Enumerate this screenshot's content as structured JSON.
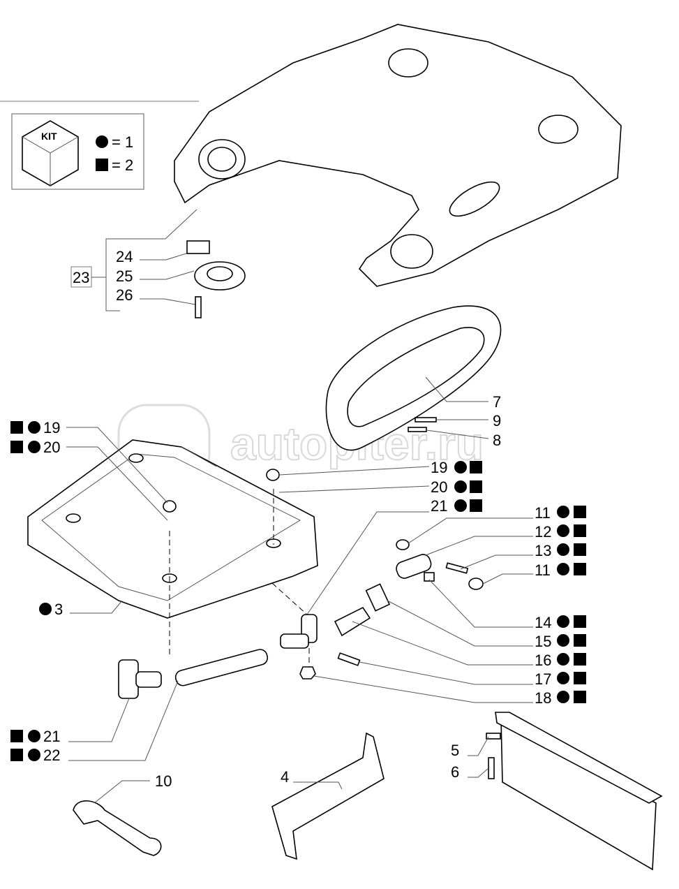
{
  "legend": {
    "kit_label": "KIT",
    "circle_eq": "= 1",
    "square_eq": "= 2"
  },
  "watermark": "autopiter.ru",
  "callouts": {
    "c23": "23",
    "c24": "24",
    "c25": "25",
    "c26": "26",
    "c7": "7",
    "c9": "9",
    "c8": "8",
    "c19l": "19",
    "c20l": "20",
    "c19r": "19",
    "c20r": "20",
    "c21r": "21",
    "c11a": "11",
    "c12": "12",
    "c13": "13",
    "c11b": "11",
    "c14": "14",
    "c15": "15",
    "c16": "16",
    "c17": "17",
    "c18": "18",
    "c3": "3",
    "c21l": "21",
    "c22": "22",
    "c10": "10",
    "c4": "4",
    "c5": "5",
    "c6": "6"
  }
}
